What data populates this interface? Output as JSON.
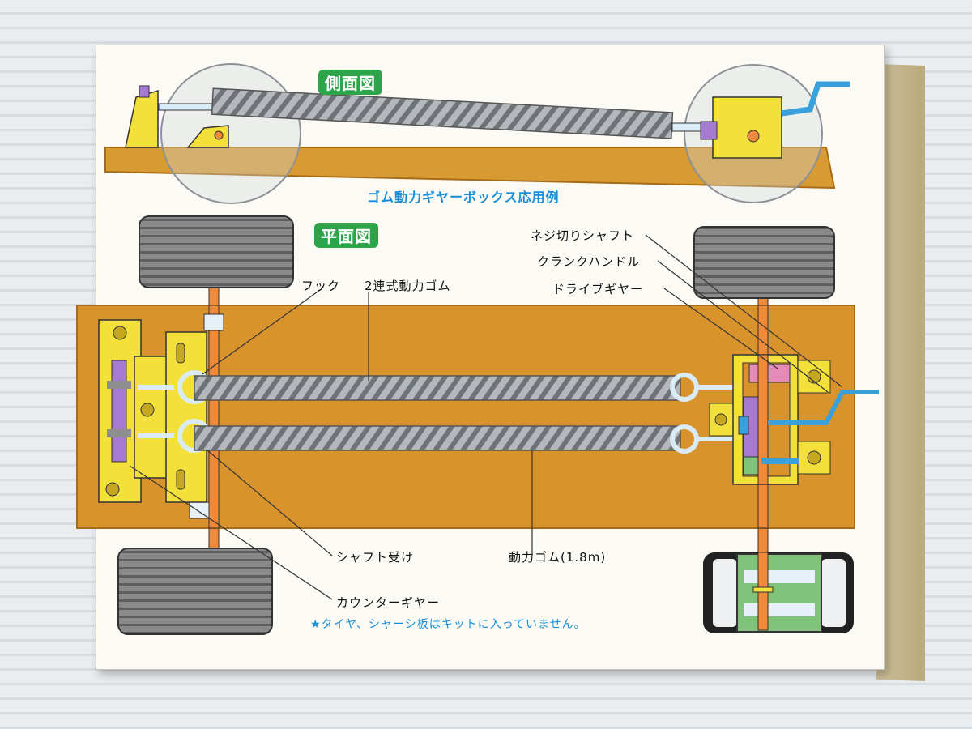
{
  "side_view": {
    "title": "側面図",
    "caption": "ゴム動力ギヤーボックス応用例"
  },
  "plan_view": {
    "title": "平面図",
    "labels": {
      "hook": "フック",
      "double_rubber": "2連式動力ゴム",
      "threaded_shaft": "ネジ切りシャフト",
      "crank_handle": "クランクハンドル",
      "drive_gear": "ドライブギヤー",
      "shaft_bearing": "シャフト受け",
      "rubber_length": "動力ゴム(1.8m)",
      "counter_gear": "カウンターギヤー"
    },
    "note": "★タイヤ、シャーシ板はキットに入っていません。"
  },
  "colors": {
    "chassis": "#d8932c",
    "bracket": "#f3e03a",
    "rubber": "#9aa0a6",
    "wire": "#3aa0dc",
    "tire": "#7d7d7d",
    "gear_pink": "#e68ab8",
    "green_hub": "#7fc27a",
    "title_badge": "#2da44a",
    "caption_blue": "#1a8fd8"
  }
}
